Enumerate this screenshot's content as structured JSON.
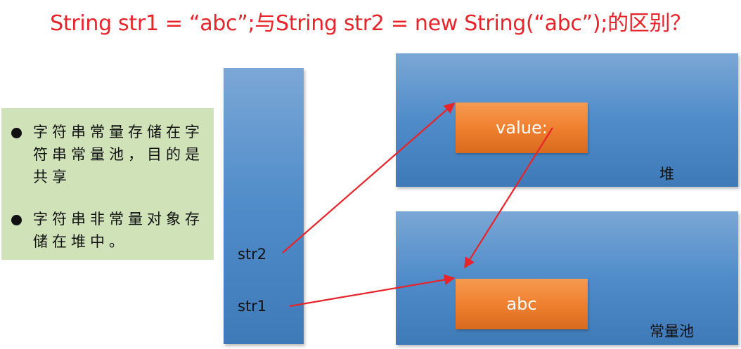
{
  "title": "String str1  = “abc”;与String str2 = new String(“abc”);的区别？",
  "notes": [
    "字符串常量存储在字符串常量池，目的是共享",
    "字符串非常量对象存储在堆中。"
  ],
  "stack": {
    "str2": "str2",
    "str1": "str1"
  },
  "heap": {
    "label": "堆",
    "object_label": "value:"
  },
  "pool": {
    "label": "常量池",
    "object_label": "abc"
  },
  "colors": {
    "title": "#e8232a",
    "arrow": "#e8232a",
    "notes_bg": "#cfe2b8",
    "block": "#4f8cc9",
    "object": "#ee7e2e"
  }
}
